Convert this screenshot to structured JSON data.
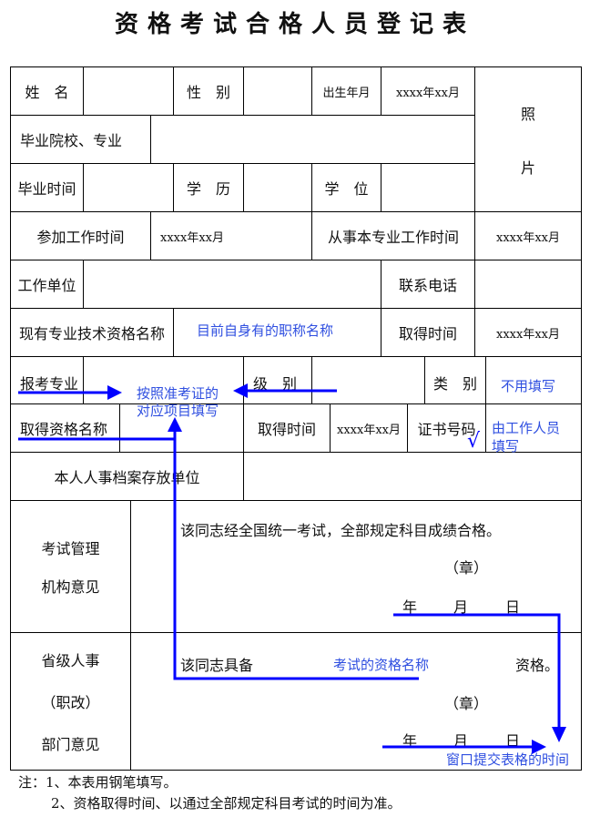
{
  "title": "资格考试合格人员登记表",
  "form": {
    "name": "姓　名",
    "gender": "性　别",
    "birth": "出生年月",
    "birth_value": "xxxx年xx月",
    "photo_1": "照",
    "photo_2": "片",
    "school": "毕业院校、专业",
    "grad_time": "毕业时间",
    "education": "学　历",
    "degree": "学　位",
    "work_start": "参加工作时间",
    "work_start_value": "xxxx年xx月",
    "prof_work": "从事本专业工作时间",
    "prof_work_value": "xxxx年xx月",
    "employer": "工作单位",
    "phone": "联系电话",
    "current_qual": "现有专业技术资格名称",
    "obtain_time": "取得时间",
    "obtain_time_value": "xxxx年xx月",
    "exam_major": "报考专业",
    "level": "级　别",
    "category": "类　别",
    "qual_name": "取得资格名称",
    "obtain_time2": "取得时间",
    "obtain_time2_value": "xxxx年xx月",
    "cert_no": "证书号码",
    "archive": "本人人事档案存放单位",
    "exam_org_1": "考试管理",
    "exam_org_2": "机构意见",
    "exam_text": "该同志经全国统一考试，全部规定科目成绩合格。",
    "seal": "（章）",
    "date_y": "年",
    "date_m": "月",
    "date_d": "日",
    "prov_1": "省级人事",
    "prov_2": "（职改）",
    "prov_3": "部门意见",
    "prov_text": "该同志具备",
    "prov_text_end": "资格。",
    "seal2": "（章）"
  },
  "annotations": {
    "current_qual_hint": "目前自身有的职称名称",
    "follow_ticket_1": "按照准考证的",
    "follow_ticket_2": "对应项目填写",
    "no_fill": "不用填写",
    "staff_fill_1": "由工作人员",
    "staff_fill_2": "填写",
    "exam_qual_name": "考试的资格名称",
    "submit_time": "窗口提交表格的时间",
    "check_mark": "√",
    "color": "#2f4fe0",
    "arrow_color": "#0000ff"
  },
  "notes": [
    "注：1、本表用钢笔填写。",
    "2、资格取得时间、以通过全部规定科目考试的时间为准。"
  ]
}
